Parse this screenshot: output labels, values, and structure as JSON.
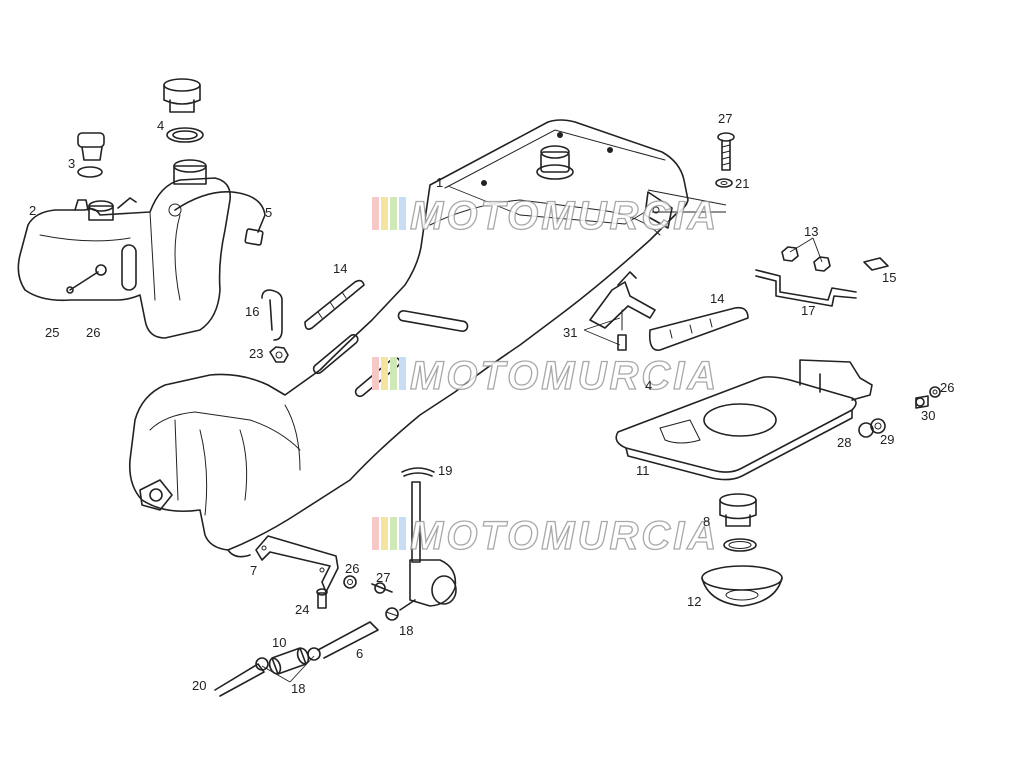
{
  "diagram": {
    "watermark": "MOTOMURCIA",
    "stripe_colors": [
      "#f6c8c8",
      "#f5e3a0",
      "#cfe8b8",
      "#c8dcf2",
      "#dddddd"
    ],
    "labels": {
      "n1": "1",
      "n2": "2",
      "n3": "3",
      "n4a": "4",
      "n4b": "4",
      "n5": "5",
      "n6": "6",
      "n7": "7",
      "n8": "8",
      "n10": "10",
      "n11": "11",
      "n12": "12",
      "n13": "13",
      "n14a": "14",
      "n14b": "14",
      "n15": "15",
      "n16": "16",
      "n17": "17",
      "n18a": "18",
      "n18b": "18",
      "n19": "19",
      "n20": "20",
      "n21": "21",
      "n23": "23",
      "n24": "24",
      "n25": "25",
      "n26a": "26",
      "n26b": "26",
      "n26c": "26",
      "n27a": "27",
      "n27b": "27",
      "n28": "28",
      "n29": "29",
      "n30": "30",
      "n31": "31"
    }
  }
}
